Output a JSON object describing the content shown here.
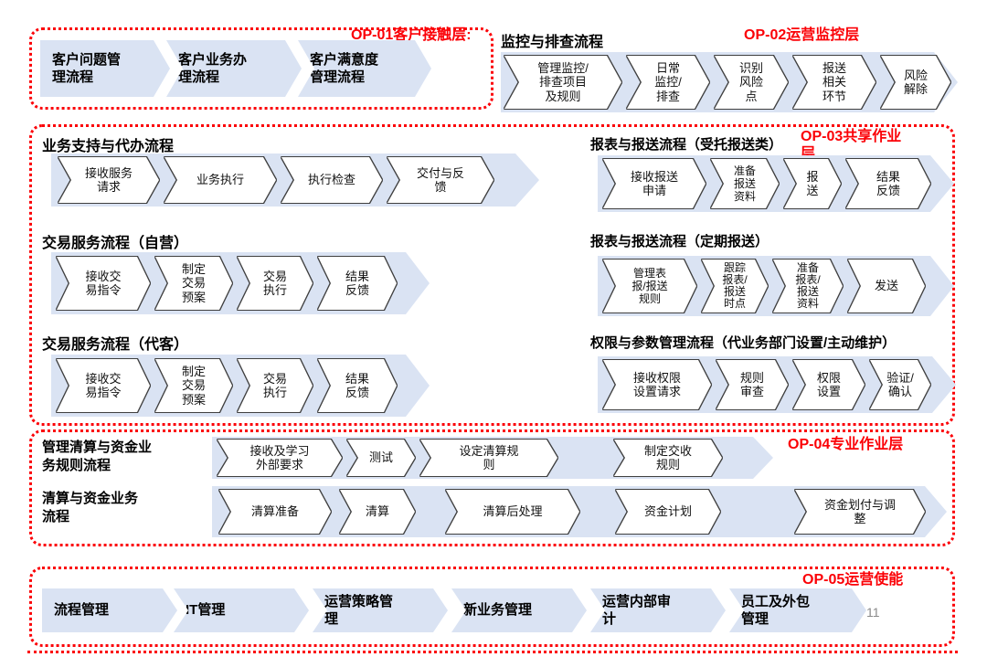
{
  "page_number": "11",
  "colors": {
    "accent_blue": "#dae3f3",
    "accent_red": "#fb0006"
  },
  "op01": {
    "label": "OP-01客户接触层:",
    "items": [
      "客户问题管理流程",
      "客户业务办理流程",
      "客户满意度管理流程"
    ]
  },
  "op02": {
    "heading": "监控与排查流程",
    "label": "OP-02运营监控层",
    "items": [
      "管理监控/排查项目及规则",
      "日常监控/排查",
      "识别风险点",
      "报送相关环节",
      "风险解除"
    ]
  },
  "op03": {
    "label": "OP-03共享作业层",
    "left": [
      {
        "title": "业务支持与代办流程",
        "items": [
          "接收服务请求",
          "业务执行",
          "执行检查",
          "交付与反馈"
        ]
      },
      {
        "title": "交易服务流程（自营）",
        "items": [
          "接收交易指令",
          "制定交易预案",
          "交易执行",
          "结果反馈"
        ]
      },
      {
        "title": "交易服务流程（代客）",
        "items": [
          "接收交易指令",
          "制定交易预案",
          "交易执行",
          "结果反馈"
        ]
      }
    ],
    "right": [
      {
        "title": "报表与报送流程（受托报送类）",
        "items": [
          "接收报送申请",
          "准备报送资料",
          "报送",
          "结果反馈"
        ]
      },
      {
        "title": "报表与报送流程（定期报送）",
        "items": [
          "管理表报/报送规则",
          "跟踪报表/报送时点",
          "准备报表/报送资料",
          "发送"
        ]
      },
      {
        "title": "权限与参数管理流程（代业务部门设置/主动维护）",
        "items": [
          "接收权限设置请求",
          "规则审查",
          "权限设置",
          "验证/确认"
        ]
      }
    ]
  },
  "op04": {
    "label": "OP-04专业作业层",
    "rows": [
      {
        "title": "管理清算与资金业务规则流程",
        "items": [
          "接收及学习外部要求",
          "测试",
          "设定清算规则",
          "制定交收规则"
        ]
      },
      {
        "title": "清算与资金业务流程",
        "items": [
          "清算准备",
          "清算",
          "清算后处理",
          "资金计划",
          "资金划付与调整"
        ]
      }
    ]
  },
  "op05": {
    "label": "OP-05运营使能",
    "items": [
      "流程管理",
      "IT管理",
      "运营策略管理",
      "新业务管理",
      "运营内部审计",
      "员工及外包管理"
    ]
  }
}
